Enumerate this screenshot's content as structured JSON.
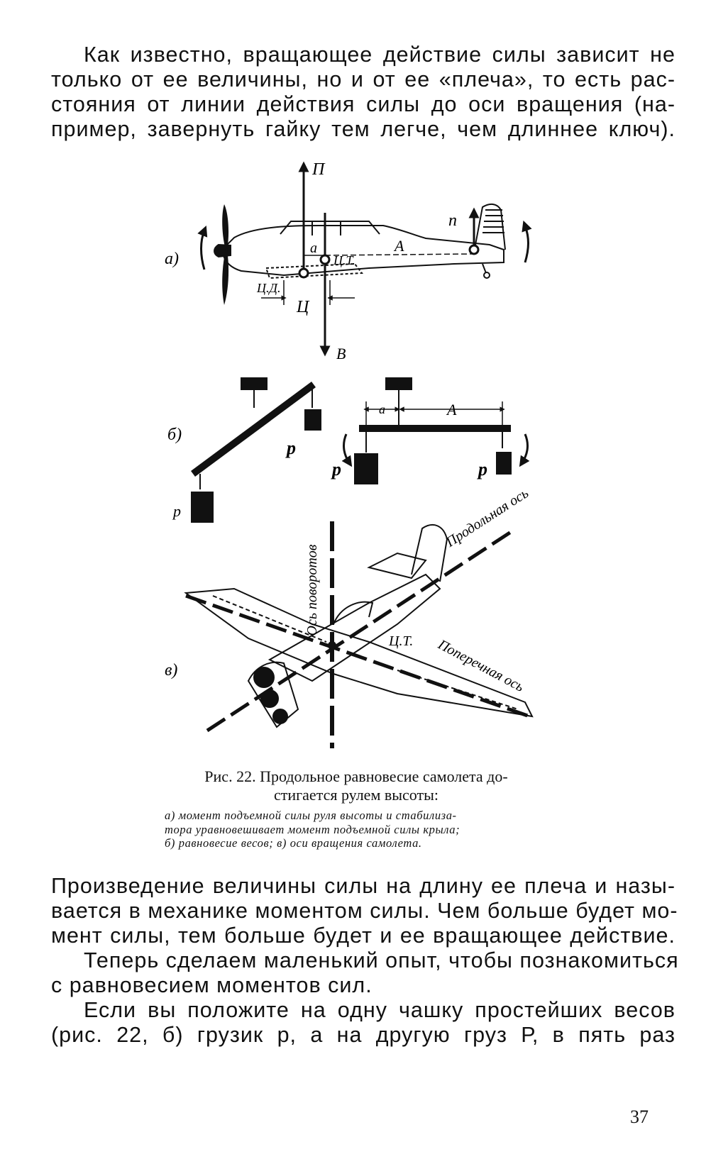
{
  "intro_lines": [
    "Как известно, вращающее действие силы зависит не",
    "только от ее величины, но и от ее «плеча», то есть рас-",
    "стояния от линии действия силы до оси вращения (на-",
    "пример, завернуть гайку тем легче, чем длиннее ключ)."
  ],
  "figure": {
    "panel_a": {
      "label": "а)",
      "n_big": "П",
      "n_small": "п",
      "a": "а",
      "A": "А",
      "ct": "Ц.Т.",
      "cd": "Ц.Д.",
      "c": "Ц",
      "b": "В"
    },
    "panel_b": {
      "label": "б)",
      "a": "а",
      "A": "А",
      "p_small": "р",
      "p_big": "Р"
    },
    "panel_v": {
      "label": "в)",
      "yaw_axis": "Ось поворотов",
      "long_axis": "Продольная ось",
      "lat_axis": "Поперечная ось",
      "ct": "Ц.Т."
    },
    "caption_title_1": "Рис. 22. Продольное равновесие самолета до-",
    "caption_title_2": "стигается рулем высоты:",
    "caption_lines": [
      "а) момент подъемной силы руля высоты и стабилиза-",
      "тора уравновешивает момент подъемной силы крыла;",
      "б) равновесие весов; в) оси вращения самолета."
    ]
  },
  "body_lines_1": [
    "Произведение величины силы на длину ее плеча и назы-",
    "вается в механике моментом силы. Чем больше будет мо-",
    "мент силы, тем больше будет и ее вращающее действие."
  ],
  "body_lines_2": [
    "Теперь сделаем маленький опыт, чтобы познакомиться",
    "с равновесием моментов сил."
  ],
  "body_lines_3": [
    "Если вы положите на одну чашку простейших весов",
    "(рис. 22, б) грузик р, а на другую груз Р, в пять раз"
  ],
  "page_number": "37"
}
